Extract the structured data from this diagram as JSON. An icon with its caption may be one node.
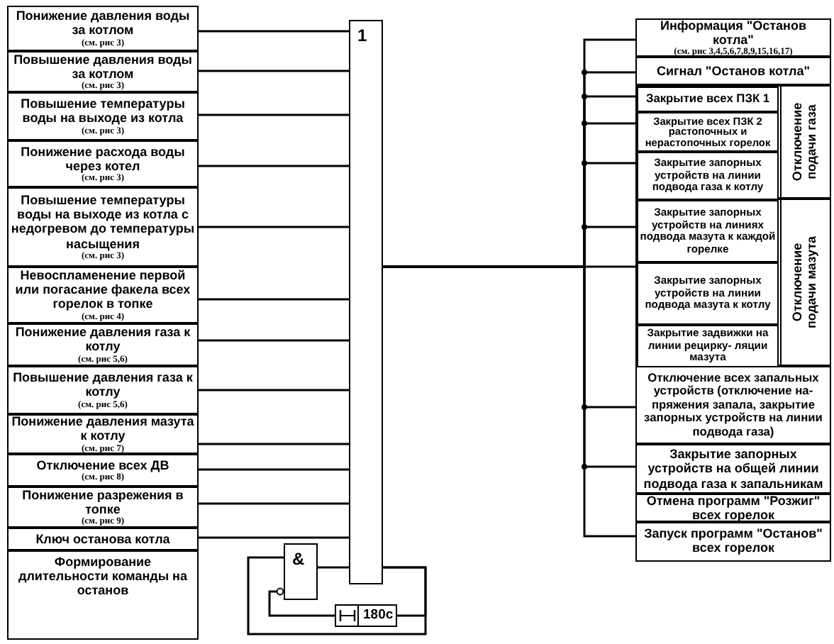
{
  "diagram": {
    "nodes": [
      {
        "text": [
          "Понижение давления воды за котлом",
          "(см. рис 3)"
        ]
      },
      {
        "text": [
          "Повышение давления воды за котлом",
          "(см. рис 3)"
        ]
      },
      {
        "text": [
          "Повышение температуры воды на выходе из котла",
          "(см. рис 3)"
        ]
      },
      {
        "text": [
          "Понижение расхода воды через котел",
          "(см. рис 3)"
        ]
      },
      {
        "text": [
          "Повышение температуры воды на выходе из котла с недогревом до температуры насыщения",
          "(см. рис 3)"
        ]
      },
      {
        "text": [
          "Невоспламенение первой или погасание факела всех горелок в топке",
          "(см. рис 4)"
        ]
      },
      {
        "text": [
          "Понижение давления газа к котлу",
          "(см. рис 5,6)"
        ]
      },
      {
        "text": [
          "Повышение давления газа к котлу",
          "(см. рис 5,6)"
        ]
      },
      {
        "text": [
          "Понижение давления мазута к котлу",
          "(см. рис 7)"
        ]
      },
      {
        "text": [
          "Отключение всех ДВ",
          "(см. рис 8)"
        ]
      },
      {
        "text": [
          "Понижение разрежения в топке",
          "(см. рис 9)"
        ]
      },
      {
        "text": [
          "Ключ останова котла"
        ]
      },
      {
        "text": [
          "Формирование длительности команды на останов"
        ]
      },
      {
        "text": [
          "1"
        ]
      },
      {
        "text": [
          "&"
        ]
      },
      {
        "text": [
          "180с"
        ]
      },
      {
        "text": [
          "Информация \"Останов котла\"",
          "(см. рис 3,4,5,6,7,8,9,15,16,17)"
        ]
      },
      {
        "text": [
          "Сигнал \"Останов котла\""
        ]
      },
      {
        "text": [
          "Отключение подачи газа"
        ]
      },
      {
        "text": [
          "Закрытие всех ПЗК 1"
        ],
        "in": 18
      },
      {
        "text": [
          "Закрытие всех ПЗК 2 растопочных и нерастопочных горелок"
        ],
        "in": 18
      },
      {
        "text": [
          "Закрытие запорных устройств на линии подвода газа к котлу"
        ],
        "in": 18
      },
      {
        "text": [
          "Отключение подачи мазута"
        ]
      },
      {
        "text": [
          "Закрытие запорных устройств на линиях подвода мазута к каждой горелке"
        ],
        "in": 22
      },
      {
        "text": [
          "Закрытие запорных устройств на линии подвода мазута к котлу"
        ],
        "in": 22
      },
      {
        "text": [
          "Закрытие задвижки на линии рецирку- ляции мазута"
        ],
        "in": 22
      },
      {
        "text": [
          "Отключение всех запальных устройств (отключение на- пряжения запала, закрытие запорных устройств на линии подвода газа)"
        ]
      },
      {
        "text": [
          "Закрытие запорных устройств на общей линии подвода газа к запальникам"
        ]
      },
      {
        "text": [
          "Отмена программ \"Розжиг\" всех горелок"
        ]
      },
      {
        "text": [
          "Запуск программ \"Останов\" всех горелок"
        ]
      }
    ],
    "edges": [
      {
        "from": 0,
        "to": 13,
        "arrow": "none"
      },
      {
        "from": 1,
        "to": 13,
        "arrow": "none"
      },
      {
        "from": 2,
        "to": 13,
        "arrow": "none"
      },
      {
        "from": 3,
        "to": 13,
        "arrow": "none"
      },
      {
        "from": 4,
        "to": 13,
        "arrow": "none"
      },
      {
        "from": 5,
        "to": 13,
        "arrow": "none"
      },
      {
        "from": 6,
        "to": 13,
        "arrow": "none"
      },
      {
        "from": 7,
        "to": 13,
        "arrow": "none"
      },
      {
        "from": 8,
        "to": 13,
        "arrow": "none"
      },
      {
        "from": 9,
        "to": 13,
        "arrow": "none"
      },
      {
        "from": 10,
        "to": 13,
        "arrow": "none"
      },
      {
        "from": 11,
        "to": 13,
        "arrow": "none"
      },
      {
        "from": 14,
        "to": 13,
        "arrow": "none"
      },
      {
        "from": 13,
        "to": 14,
        "arrow": "none"
      },
      {
        "from": 13,
        "to": 15,
        "arrow": "none"
      },
      {
        "from": 15,
        "to": 14,
        "arrow": "other"
      },
      {
        "from": 13,
        "to": 16,
        "arrow": "none"
      },
      {
        "from": 13,
        "to": 17,
        "arrow": "none"
      },
      {
        "from": 13,
        "to": 19,
        "arrow": "none"
      },
      {
        "from": 13,
        "to": 20,
        "arrow": "none"
      },
      {
        "from": 13,
        "to": 21,
        "arrow": "none"
      },
      {
        "from": 13,
        "to": 23,
        "arrow": "none"
      },
      {
        "from": 13,
        "to": 24,
        "arrow": "none"
      },
      {
        "from": 13,
        "to": 26,
        "arrow": "none"
      },
      {
        "from": 13,
        "to": 27,
        "arrow": "none"
      },
      {
        "from": 13,
        "to": 29,
        "arrow": "none"
      }
    ]
  }
}
